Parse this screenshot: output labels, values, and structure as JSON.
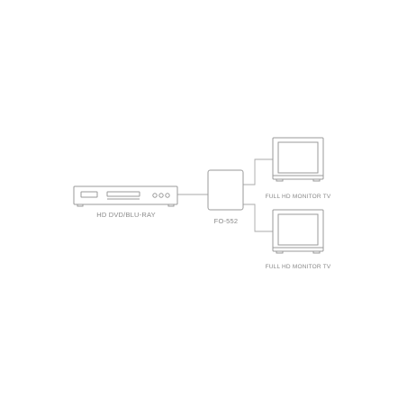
{
  "labels": {
    "source": "HD DVD/BLU-RAY",
    "splitter": "FO-552",
    "monitor_top": "FULL HD MONITOR TV",
    "monitor_bottom": "FULL HD MONITOR TV"
  },
  "colors": {
    "background": "#ffffff",
    "line": "#9a9a9a",
    "text": "#8a8a8a"
  }
}
